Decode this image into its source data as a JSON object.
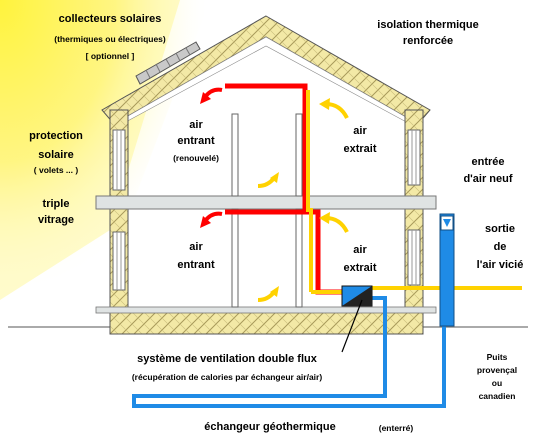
{
  "labels": {
    "solar_collectors": "collecteurs solaires",
    "solar_type": "(thermiques ou électriques)",
    "solar_optional": "[ optionnel ]",
    "insulation_1": "isolation thermique",
    "insulation_2": "renforcée",
    "protection_1": "protection",
    "protection_2": "solaire",
    "protection_3": "( volets ... )",
    "triple_1": "triple",
    "triple_2": "vitrage",
    "air_in_top_1": "air",
    "air_in_top_2": "entrant",
    "air_in_top_3": "(renouvelé)",
    "air_out_top_1": "air",
    "air_out_top_2": "extrait",
    "fresh_air_1": "entrée",
    "fresh_air_2": "d'air neuf",
    "air_in_bottom_1": "air",
    "air_in_bottom_2": "entrant",
    "air_out_bottom_1": "air",
    "air_out_bottom_2": "extrait",
    "exhaust_1": "sortie",
    "exhaust_2": "de",
    "exhaust_3": "l'air vicié",
    "ventilation_title": "système de ventilation double flux",
    "ventilation_sub": "(récupération de calories par échangeur air/air)",
    "well_1": "Puits",
    "well_2": "provençal",
    "well_3": "ou",
    "well_4": "canadien",
    "geo_exchanger": "échangeur géothermique",
    "buried": "(enterré)"
  },
  "colors": {
    "sun": "#fff34d",
    "insulation": "#f3e9a6",
    "hot_duct": "#ff0000",
    "cold_duct": "#1f8be6",
    "exhaust_duct": "#ffd200",
    "floor": "#dfe3e3",
    "exchanger": "#333333"
  },
  "icons": {
    "hot_airflow": "red-curved-arrow-icon",
    "extract_airflow": "yellow-curved-arrow-icon",
    "exchanger": "heat-exchanger-icon"
  }
}
